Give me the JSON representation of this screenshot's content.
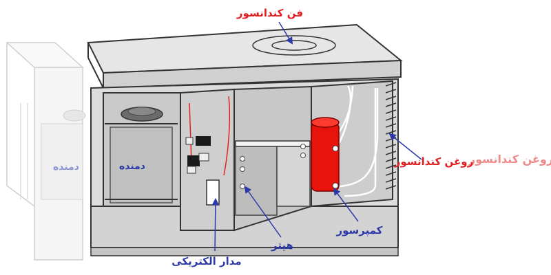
{
  "labels": {
    "condenser_fan": "فن کندانسور",
    "blower": "دمنده",
    "condenser_coil": "روغن کندانسور",
    "compressor": "کمپرسور",
    "heater": "هیتر",
    "electrical_circuit": "مدار الکتریکی",
    "ghost_blower": "دمنده",
    "ghost_condenser_coil": "روغن کندانسور"
  },
  "colors": {
    "label_red": "#e02020",
    "label_blue": "#2b3aa8",
    "ghost_red": "#f08a8a",
    "ghost_blue": "#8c95d8",
    "compressor": "#e8140c",
    "box_fill": "#d9d9d9",
    "top_fill": "#e6e6e6",
    "interior": "#c9c9c9",
    "outline": "#333333"
  }
}
